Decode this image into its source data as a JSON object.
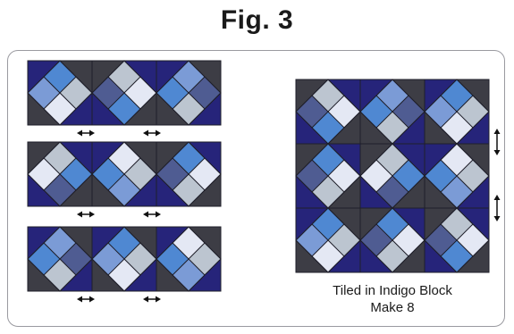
{
  "figure": {
    "title": "Fig. 3"
  },
  "caption": {
    "line1": "Tiled in Indigo Block",
    "line2": "Make 8"
  },
  "colors": {
    "light": "#e4e8f4",
    "silver": "#bcc5d0",
    "sky": "#4f88d2",
    "periwinkle": "#7b9bd6",
    "slate": "#4f5c92",
    "navy": "#26247a",
    "charcoal": "#3d3d45",
    "seam_line": "#1f1f2a",
    "arrow": "#111111"
  },
  "blocks": {
    "A": [
      "sky",
      "silver",
      "light",
      "periwinkle",
      "navy",
      "charcoal"
    ],
    "B": [
      "silver",
      "light",
      "sky",
      "slate",
      "charcoal",
      "navy"
    ],
    "C": [
      "periwinkle",
      "slate",
      "silver",
      "sky",
      "navy",
      "charcoal"
    ],
    "D": [
      "silver",
      "sky",
      "slate",
      "light",
      "charcoal",
      "navy"
    ],
    "E": [
      "light",
      "silver",
      "periwinkle",
      "sky",
      "navy",
      "charcoal"
    ],
    "F": [
      "sky",
      "light",
      "silver",
      "slate",
      "charcoal",
      "navy"
    ]
  },
  "strips": [
    {
      "blocks": [
        "A",
        "B",
        "C"
      ]
    },
    {
      "blocks": [
        "D",
        "E",
        "F"
      ]
    },
    {
      "blocks": [
        "C",
        "A",
        "E"
      ]
    }
  ],
  "assembled_rows": [
    [
      "B",
      "C",
      "A"
    ],
    [
      "F",
      "D",
      "E"
    ],
    [
      "A",
      "F",
      "B"
    ]
  ],
  "pressing": {
    "seams_between_blocks": "horizontal-double-arrow",
    "seams_between_rows": "vertical-double-arrow"
  }
}
